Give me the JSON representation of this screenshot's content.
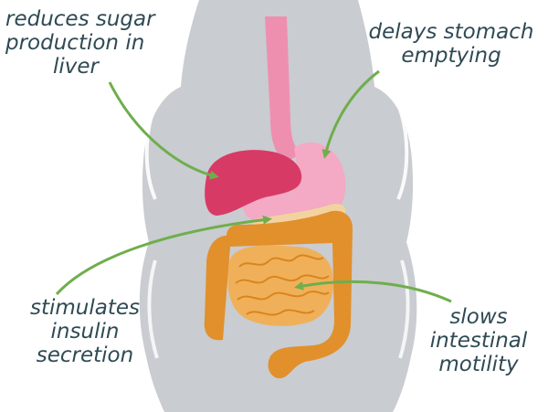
{
  "diagram": {
    "labels": {
      "liver": {
        "lines": [
          "reduces sugar",
          "production in",
          "liver"
        ]
      },
      "stomach": {
        "lines": [
          "delays stomach",
          "emptying"
        ]
      },
      "insulin": {
        "lines": [
          "stimulates",
          "insulin",
          "secretion"
        ]
      },
      "intestinal": {
        "lines": [
          "slows",
          "intestinal",
          "motility"
        ]
      }
    },
    "colors": {
      "body_silhouette": "#c9ccd0",
      "body_highlight": "#ffffff",
      "esophagus": "#ef8fb0",
      "stomach": "#f4a9c4",
      "liver": "#d83a66",
      "pancreas": "#f2d3a0",
      "intestine": "#e1902c",
      "arrow": "#6fae4c",
      "text": "#2f4a54"
    }
  }
}
